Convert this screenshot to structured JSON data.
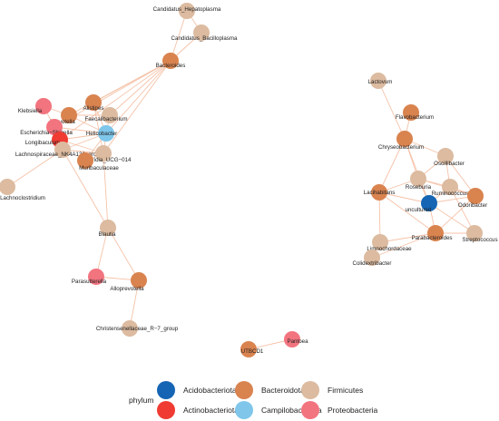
{
  "legend": {
    "title": "phylum",
    "items": [
      {
        "phylum": "Acidobacteriota",
        "color": "#1565b4"
      },
      {
        "phylum": "Bacteroidota",
        "color": "#d9834f"
      },
      {
        "phylum": "Firmicutes",
        "color": "#dcbba0"
      },
      {
        "phylum": "Actinobacteriota",
        "color": "#ef3b32"
      },
      {
        "phylum": "Campilobacterota",
        "color": "#7fc6ea"
      },
      {
        "phylum": "Proteobacteria",
        "color": "#f2747f"
      }
    ]
  },
  "edge_color": "#f5c2a8",
  "nodes": [
    {
      "id": "candidatus-hepatoplasma",
      "label": "Candidatus_Hepatoplasma",
      "phylum": "Firmicutes"
    },
    {
      "id": "candidatus-bacilloplasma",
      "label": "Candidatus_Bacilloplasma",
      "phylum": "Firmicutes"
    },
    {
      "id": "bacteroides",
      "label": "Bacteroides",
      "phylum": "Bacteroidota"
    },
    {
      "id": "alistipes",
      "label": "Alistipes",
      "phylum": "Bacteroidota"
    },
    {
      "id": "klebsiella",
      "label": "Klebsiella",
      "phylum": "Proteobacteria"
    },
    {
      "id": "prevotella",
      "label": "Prevotella",
      "phylum": "Bacteroidota"
    },
    {
      "id": "faecalibacterium",
      "label": "Faecalibacterium",
      "phylum": "Firmicutes"
    },
    {
      "id": "escherichia-shigella",
      "label": "Escherichia−Shigella",
      "phylum": "Proteobacteria"
    },
    {
      "id": "helicobacter",
      "label": "Helicobacter",
      "phylum": "Campilobacterota"
    },
    {
      "id": "longibaculum",
      "label": "Longibaculum",
      "phylum": "Actinobacteriota"
    },
    {
      "id": "lachnospiraceae-nk4a136",
      "label": "Lachnospiraceae_NK4A136_group",
      "phylum": "Firmicutes"
    },
    {
      "id": "clostridia-ucg-014",
      "label": "Clostridia_UCG−014",
      "phylum": "Firmicutes"
    },
    {
      "id": "muribaculaceae",
      "label": "Muribaculaceae",
      "phylum": "Bacteroidota"
    },
    {
      "id": "lachnoclostridium",
      "label": "Lachnoclostridium",
      "phylum": "Firmicutes"
    },
    {
      "id": "blautia",
      "label": "Blautia",
      "phylum": "Firmicutes"
    },
    {
      "id": "parasutterella",
      "label": "Parasutterella",
      "phylum": "Proteobacteria"
    },
    {
      "id": "alloprevotella",
      "label": "Alloprevotella",
      "phylum": "Bacteroidota"
    },
    {
      "id": "christensenellaceae-r7",
      "label": "Christensenellaceae_R−7_group",
      "phylum": "Firmicutes"
    },
    {
      "id": "utbcd1",
      "label": "UTBCD1",
      "phylum": "Bacteroidota"
    },
    {
      "id": "pantoea",
      "label": "Pantoea",
      "phylum": "Proteobacteria"
    },
    {
      "id": "lactovum",
      "label": "Lactovum",
      "phylum": "Firmicutes"
    },
    {
      "id": "flavobacterium",
      "label": "Flavobacterium",
      "phylum": "Bacteroidota"
    },
    {
      "id": "chryseobacterium",
      "label": "Chryseobacterium",
      "phylum": "Bacteroidota"
    },
    {
      "id": "oscillibacter",
      "label": "Oscillibacter",
      "phylum": "Firmicutes"
    },
    {
      "id": "roseburia",
      "label": "Roseburia",
      "phylum": "Firmicutes"
    },
    {
      "id": "ruminococcus",
      "label": "Ruminococcus",
      "phylum": "Firmicutes"
    },
    {
      "id": "lacihabitans",
      "label": "Lacihabitans",
      "phylum": "Bacteroidota"
    },
    {
      "id": "odoribacter",
      "label": "Odoribacter",
      "phylum": "Bacteroidota"
    },
    {
      "id": "uncultured",
      "label": "uncultured",
      "phylum": "Acidobacteriota"
    },
    {
      "id": "parabacteroides",
      "label": "Parabacteroides",
      "phylum": "Bacteroidota"
    },
    {
      "id": "limnochordaceae",
      "label": "Limnochordaceae",
      "phylum": "Firmicutes"
    },
    {
      "id": "streptococcus",
      "label": "Streptococcus",
      "phylum": "Firmicutes"
    },
    {
      "id": "colidextribacter",
      "label": "Colidextribacter",
      "phylum": "Firmicutes"
    }
  ],
  "edges": [
    [
      "candidatus-hepatoplasma",
      "candidatus-bacilloplasma"
    ],
    [
      "candidatus-hepatoplasma",
      "bacteroides"
    ],
    [
      "candidatus-bacilloplasma",
      "bacteroides"
    ],
    [
      "bacteroides",
      "alistipes"
    ],
    [
      "bacteroides",
      "prevotella"
    ],
    [
      "bacteroides",
      "faecalibacterium"
    ],
    [
      "bacteroides",
      "escherichia-shigella"
    ],
    [
      "bacteroides",
      "helicobacter"
    ],
    [
      "bacteroides",
      "longibaculum"
    ],
    [
      "bacteroides",
      "clostridia-ucg-014"
    ],
    [
      "klebsiella",
      "prevotella"
    ],
    [
      "klebsiella",
      "escherichia-shigella"
    ],
    [
      "alistipes",
      "helicobacter"
    ],
    [
      "alistipes",
      "clostridia-ucg-014"
    ],
    [
      "prevotella",
      "helicobacter"
    ],
    [
      "prevotella",
      "faecalibacterium"
    ],
    [
      "faecalibacterium",
      "helicobacter"
    ],
    [
      "escherichia-shigella",
      "helicobacter"
    ],
    [
      "longibaculum",
      "helicobacter"
    ],
    [
      "longibaculum",
      "clostridia-ucg-014"
    ],
    [
      "lachnospiraceae-nk4a136",
      "helicobacter"
    ],
    [
      "lachnospiraceae-nk4a136",
      "clostridia-ucg-014"
    ],
    [
      "lachnospiraceae-nk4a136",
      "lachnoclostridium"
    ],
    [
      "helicobacter",
      "clostridia-ucg-014"
    ],
    [
      "helicobacter",
      "muribaculaceae"
    ],
    [
      "clostridia-ucg-014",
      "muribaculaceae"
    ],
    [
      "lachnospiraceae-nk4a136",
      "blautia"
    ],
    [
      "clostridia-ucg-014",
      "blautia"
    ],
    [
      "blautia",
      "parasutterella"
    ],
    [
      "blautia",
      "alloprevotella"
    ],
    [
      "parasutterella",
      "alloprevotella"
    ],
    [
      "alloprevotella",
      "christensenellaceae-r7"
    ],
    [
      "utbcd1",
      "pantoea"
    ],
    [
      "lactovum",
      "chryseobacterium"
    ],
    [
      "flavobacterium",
      "chryseobacterium"
    ],
    [
      "chryseobacterium",
      "roseburia"
    ],
    [
      "chryseobacterium",
      "lacihabitans"
    ],
    [
      "chryseobacterium",
      "uncultured"
    ],
    [
      "chryseobacterium",
      "oscillibacter"
    ],
    [
      "oscillibacter",
      "roseburia"
    ],
    [
      "oscillibacter",
      "ruminococcus"
    ],
    [
      "oscillibacter",
      "odoribacter"
    ],
    [
      "roseburia",
      "ruminococcus"
    ],
    [
      "roseburia",
      "lacihabitans"
    ],
    [
      "roseburia",
      "uncultured"
    ],
    [
      "roseburia",
      "odoribacter"
    ],
    [
      "ruminococcus",
      "uncultured"
    ],
    [
      "ruminococcus",
      "odoribacter"
    ],
    [
      "ruminococcus",
      "streptococcus"
    ],
    [
      "lacihabitans",
      "parabacteroides"
    ],
    [
      "lacihabitans",
      "limnochordaceae"
    ],
    [
      "lacihabitans",
      "uncultured"
    ],
    [
      "uncultured",
      "parabacteroides"
    ],
    [
      "uncultured",
      "odoribacter"
    ],
    [
      "uncultured",
      "streptococcus"
    ],
    [
      "parabacteroides",
      "limnochordaceae"
    ],
    [
      "parabacteroides",
      "streptococcus"
    ],
    [
      "parabacteroides",
      "odoribacter"
    ],
    [
      "limnochordaceae",
      "colidextribacter"
    ],
    [
      "parabacteroides",
      "colidextribacter"
    ]
  ]
}
